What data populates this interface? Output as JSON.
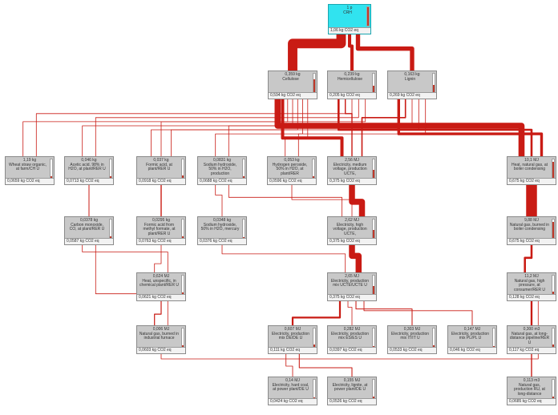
{
  "colors": {
    "link": "#c91b14",
    "node_fill": "#c8c8c8",
    "root_fill": "#31e3ef",
    "bar": "#c0392b"
  },
  "nodes": [
    {
      "id": "root",
      "amount": "1 p",
      "label": "CRH",
      "impact": "1,06 kg CO2 eq",
      "level": 1.0
    },
    {
      "id": "cellulose",
      "amount": "0,359 kg",
      "label": "Cellulose",
      "impact": "0,594 kg CO2 eq",
      "level": 0.7
    },
    {
      "id": "hemicellulose",
      "amount": "0,239 kg",
      "label": "Hemicellulose",
      "impact": "0,205 kg CO2 eq",
      "level": 0.35
    },
    {
      "id": "lignin",
      "amount": "0,163 kg",
      "label": "Lignin",
      "impact": "0,269 kg CO2 eq",
      "level": 0.4
    },
    {
      "id": "straw",
      "amount": "1,19 kg",
      "label": "Wheat straw organic, at farm/CH U",
      "impact": "0,0659 kg CO2 eq",
      "level": 0.1
    },
    {
      "id": "acetic",
      "amount": "0,046 kg",
      "label": "Acetic acid, 98% in H2O, at plant/RER U",
      "impact": "0,0713 kg CO2 eq",
      "level": 0.1
    },
    {
      "id": "formic",
      "amount": "0,037 kg",
      "label": "Formic acid, at plant/RER U",
      "impact": "0,0918 kg CO2 eq",
      "level": 0.12
    },
    {
      "id": "naoh",
      "amount": "0,0831 kg",
      "label": "Sodium hydroxide, 50% in H2O, production",
      "impact": "0,0688 kg CO2 eq",
      "level": 0.1
    },
    {
      "id": "h2o2",
      "amount": "0,053 kg",
      "label": "Hydrogen peroxide, 50% in H2O, at plant/RER",
      "impact": "0,0596 kg CO2 eq",
      "level": 0.08
    },
    {
      "id": "elec_mv",
      "amount": "2,56 MJ",
      "label": "Electricity, medium voltage, production UCTE,",
      "impact": "0,375 kg CO2 eq",
      "level": 0.45
    },
    {
      "id": "heat_ng",
      "amount": "10,1 MJ",
      "label": "Heat, natural gas, at boiler condensing",
      "impact": "0,675 kg CO2 eq",
      "level": 0.85
    },
    {
      "id": "co",
      "amount": "0,0378 kg",
      "label": "Carbon monoxide, CO, at plant/RER U",
      "impact": "0,0587 kg CO2 eq",
      "level": 0.08
    },
    {
      "id": "formic2",
      "amount": "0,0295 kg",
      "label": "Formic acid from methyl formate, at plant/RER U",
      "impact": "0,0763 kg CO2 eq",
      "level": 0.1
    },
    {
      "id": "naoh2",
      "amount": "0,0348 kg",
      "label": "Sodium hydroxide, 50% in H2O, mercury",
      "impact": "0,0376 kg CO2 eq",
      "level": 0.06
    },
    {
      "id": "elec_hv",
      "amount": "2,62 MJ",
      "label": "Electricity, high voltage, production UCTE,",
      "impact": "0,375 kg CO2 eq",
      "level": 0.45
    },
    {
      "id": "ng_boiler",
      "amount": "9,88 MJ",
      "label": "Natural gas, burned in boiler condensing",
      "impact": "0,675 kg CO2 eq",
      "level": 0.85
    },
    {
      "id": "heat_unspec",
      "amount": "0,624 MJ",
      "label": "Heat, unspecific, in chemical plant/RER U",
      "impact": "0,0621 kg CO2 eq",
      "level": 0.08
    },
    {
      "id": "elec_mix",
      "amount": "2,65 MJ",
      "label": "Electricity, production mix UCTE/UCTE U",
      "impact": "0,375 kg CO2 eq",
      "level": 0.45
    },
    {
      "id": "ng_hp",
      "amount": "11,2 MJ",
      "label": "Natural gas, high pressure, at consumer/RER U",
      "impact": "0,128 kg CO2 eq",
      "level": 0.15
    },
    {
      "id": "ng_furnace",
      "amount": "0,006 MJ",
      "label": "Natural gas, burned in industrial furnace",
      "impact": "0,0603 kg CO2 eq",
      "level": 0.08
    },
    {
      "id": "mix_de",
      "amount": "0,607 MJ",
      "label": "Electricity, production mix DE/DE U",
      "impact": "0,111 kg CO2 eq",
      "level": 0.14
    },
    {
      "id": "mix_es",
      "amount": "0,282 MJ",
      "label": "Electricity, production mix ES/ES U",
      "impact": "0,0397 kg CO2 eq",
      "level": 0.06
    },
    {
      "id": "mix_it",
      "amount": "0,303 MJ",
      "label": "Electricity, production mix IT/IT U",
      "impact": "0,0533 kg CO2 eq",
      "level": 0.07
    },
    {
      "id": "mix_pl",
      "amount": "0,147 MJ",
      "label": "Electricity, production mix PL/PL U",
      "impact": "0,046 kg CO2 eq",
      "level": 0.06
    },
    {
      "id": "ng_pipeline",
      "amount": "0,300 m3",
      "label": "Natural gas, at long-distance pipeline/RER U",
      "impact": "0,117 kg CO2 eq",
      "level": 0.14
    },
    {
      "id": "hard_coal",
      "amount": "0,14 MJ",
      "label": "Electricity, hard coal, at power plant/DE U",
      "impact": "0,0424 kg CO2 eq",
      "level": 0.06
    },
    {
      "id": "lignite",
      "amount": "0,155 MJ",
      "label": "Electricity, lignite, at power plant/DE U",
      "impact": "0,0526 kg CO2 eq",
      "level": 0.07
    },
    {
      "id": "ng_ru",
      "amount": "0,113 m3",
      "label": "Natural gas, production RU, at long-distance",
      "impact": "0,0685 kg CO2 eq",
      "level": 0.08
    }
  ],
  "links": [
    {
      "from": "root",
      "to": "cellulose",
      "weight": 0.594
    },
    {
      "from": "root",
      "to": "hemicellulose",
      "weight": 0.205
    },
    {
      "from": "root",
      "to": "lignin",
      "weight": 0.269
    },
    {
      "from": "cellulose",
      "to": "heat_ng",
      "weight": 0.38
    },
    {
      "from": "hemicellulose",
      "to": "heat_ng",
      "weight": 0.13
    },
    {
      "from": "lignin",
      "to": "heat_ng",
      "weight": 0.17
    },
    {
      "from": "cellulose",
      "to": "elec_mv",
      "weight": 0.2
    },
    {
      "from": "hemicellulose",
      "to": "elec_mv",
      "weight": 0.07
    },
    {
      "from": "lignin",
      "to": "elec_mv",
      "weight": 0.08
    },
    {
      "from": "cellulose",
      "to": "straw",
      "weight": 0.03
    },
    {
      "from": "cellulose",
      "to": "acetic",
      "weight": 0.03
    },
    {
      "from": "cellulose",
      "to": "formic",
      "weight": 0.04
    },
    {
      "from": "cellulose",
      "to": "naoh",
      "weight": 0.03
    },
    {
      "from": "cellulose",
      "to": "h2o2",
      "weight": 0.03
    },
    {
      "from": "hemicellulose",
      "to": "straw",
      "weight": 0.02
    },
    {
      "from": "hemicellulose",
      "to": "acetic",
      "weight": 0.02
    },
    {
      "from": "hemicellulose",
      "to": "formic",
      "weight": 0.02
    },
    {
      "from": "lignin",
      "to": "naoh",
      "weight": 0.02
    },
    {
      "from": "lignin",
      "to": "formic",
      "weight": 0.02
    },
    {
      "from": "lignin",
      "to": "h2o2",
      "weight": 0.02
    },
    {
      "from": "acetic",
      "to": "co",
      "weight": 0.05
    },
    {
      "from": "formic",
      "to": "formic2",
      "weight": 0.07
    },
    {
      "from": "naoh",
      "to": "naoh2",
      "weight": 0.04
    },
    {
      "from": "naoh",
      "to": "elec_hv",
      "weight": 0.02
    },
    {
      "from": "h2o2",
      "to": "elec_hv",
      "weight": 0.02
    },
    {
      "from": "elec_mv",
      "to": "elec_hv",
      "weight": 0.375
    },
    {
      "from": "heat_ng",
      "to": "ng_boiler",
      "weight": 0.675
    },
    {
      "from": "formic2",
      "to": "heat_unspec",
      "weight": 0.04
    },
    {
      "from": "co",
      "to": "heat_unspec",
      "weight": 0.02
    },
    {
      "from": "naoh2",
      "to": "elec_mix",
      "weight": 0.02
    },
    {
      "from": "elec_hv",
      "to": "elec_mix",
      "weight": 0.375
    },
    {
      "from": "ng_boiler",
      "to": "ng_hp",
      "weight": 0.128
    },
    {
      "from": "heat_unspec",
      "to": "ng_furnace",
      "weight": 0.06
    },
    {
      "from": "co",
      "to": "ng_furnace",
      "weight": 0.02
    },
    {
      "from": "elec_mix",
      "to": "mix_de",
      "weight": 0.111
    },
    {
      "from": "elec_mix",
      "to": "mix_es",
      "weight": 0.04
    },
    {
      "from": "elec_mix",
      "to": "mix_it",
      "weight": 0.053
    },
    {
      "from": "elec_mix",
      "to": "mix_pl",
      "weight": 0.046
    },
    {
      "from": "ng_hp",
      "to": "ng_pipeline",
      "weight": 0.117
    },
    {
      "from": "mix_de",
      "to": "hard_coal",
      "weight": 0.042
    },
    {
      "from": "mix_de",
      "to": "lignite",
      "weight": 0.053
    },
    {
      "from": "ng_pipeline",
      "to": "ng_ru",
      "weight": 0.069
    },
    {
      "from": "ng_furnace",
      "to": "ng_hp",
      "weight": 0.02
    }
  ]
}
